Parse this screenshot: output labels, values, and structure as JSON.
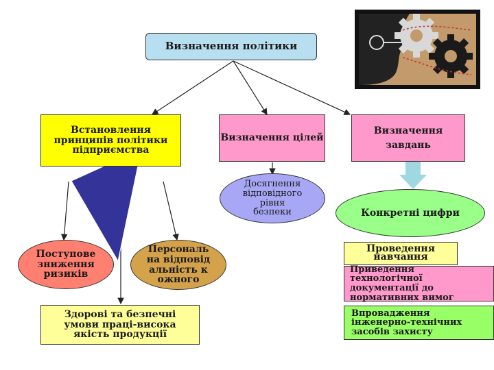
{
  "root": {
    "label": "Визначення політики"
  },
  "branches": {
    "principles": "Встановлення принципів політики підприємства",
    "goals": "Визначення цілей",
    "tasks": "Визначення завдань"
  },
  "ellipses": {
    "gradual": "Поступове зниження ризиків",
    "personal": "Персональна відповідальність кожного",
    "security": "Досягнення відповідного рівня безпеки",
    "figures": "Конкретні цифри"
  },
  "outcome": "Здорові та безпечні умови праці-висока якість продукції",
  "actions": [
    "Проведення навчання",
    "Приведення технологічної документації до нормативних вимог",
    "Впровадження інженерно-технічних засобів захисту"
  ],
  "illustration": {
    "icon": "gears-head-icon"
  },
  "colors": {
    "root": "#b7dff0",
    "principles": "#ffff00",
    "goals": "#ff99cc",
    "tasks": "#ff99cc",
    "gradual": "#ff7f70",
    "personal": "#d4a24a",
    "security": "#a7a7f5",
    "figures": "#99ff88",
    "training": "#ffff99",
    "docs": "#ff99cc",
    "protection": "#99ff66",
    "triangle": "#333399",
    "arrow_down": "#9fd8e0"
  }
}
